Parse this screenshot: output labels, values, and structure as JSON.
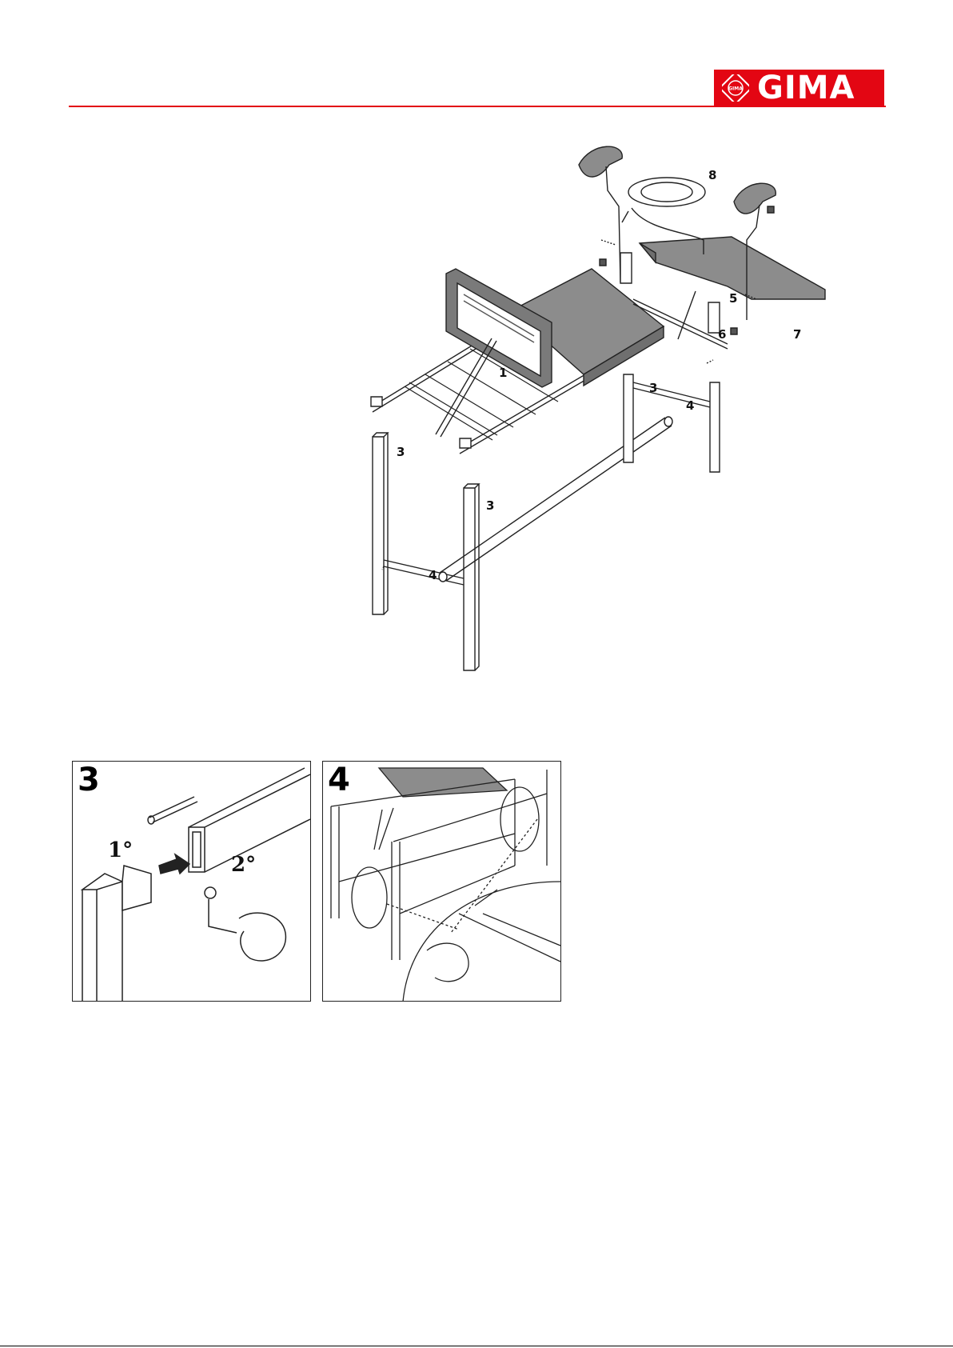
{
  "header": {
    "brand": "GIMA",
    "brand_color": "#e30613",
    "seal_text": "GIMA"
  },
  "main_figure": {
    "callouts": [
      "1",
      "3",
      "3",
      "3",
      "4",
      "4",
      "5",
      "6",
      "7",
      "8"
    ]
  },
  "panels": [
    {
      "number": "3",
      "step_first": "1°",
      "step_second": "2°"
    },
    {
      "number": "4"
    }
  ],
  "icons": [
    "gima-seal-icon",
    "push-arrow-icon",
    "hex-key-icon",
    "hand-icon",
    "magnifier-circle-icon"
  ]
}
